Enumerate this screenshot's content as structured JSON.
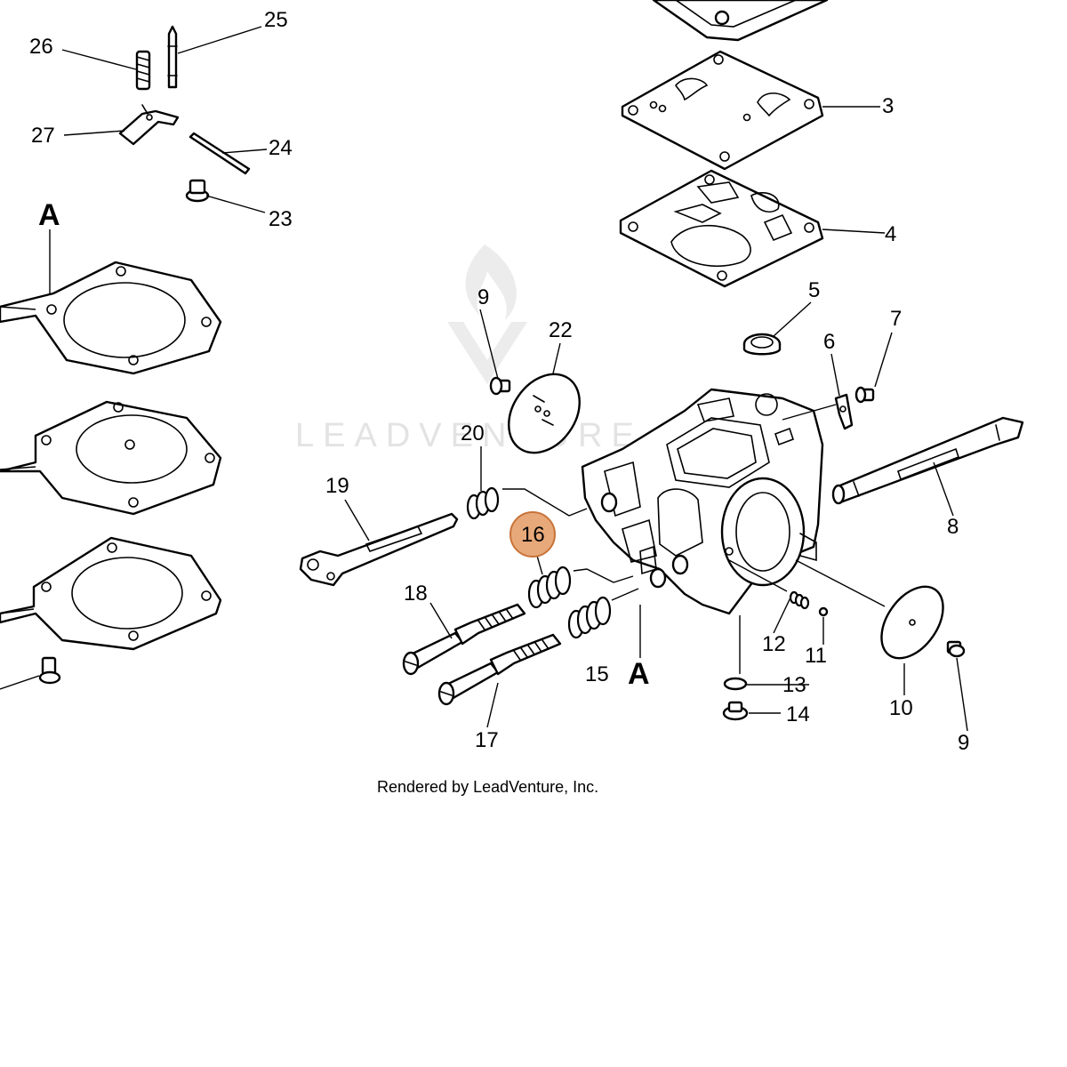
{
  "diagram": {
    "labels": {
      "p3": "3",
      "p4": "4",
      "p5": "5",
      "p6": "6",
      "p7": "7",
      "p8": "8",
      "p9a": "9",
      "p9b": "9",
      "p10": "10",
      "p11": "11",
      "p12": "12",
      "p13": "13",
      "p14": "14",
      "p15": "15",
      "p16": "16",
      "p17": "17",
      "p18": "18",
      "p19": "19",
      "p20": "20",
      "p22": "22",
      "p23": "23",
      "p24": "24",
      "p25": "25",
      "p26": "26",
      "p27": "27",
      "refA1": "A",
      "refA2": "A"
    },
    "highlighted_part": "16",
    "highlight_color": "#e8a97a",
    "highlight_stroke": "#c8733a",
    "watermark": "LEADVENTURE",
    "credit": "Rendered by LeadVenture, Inc."
  }
}
